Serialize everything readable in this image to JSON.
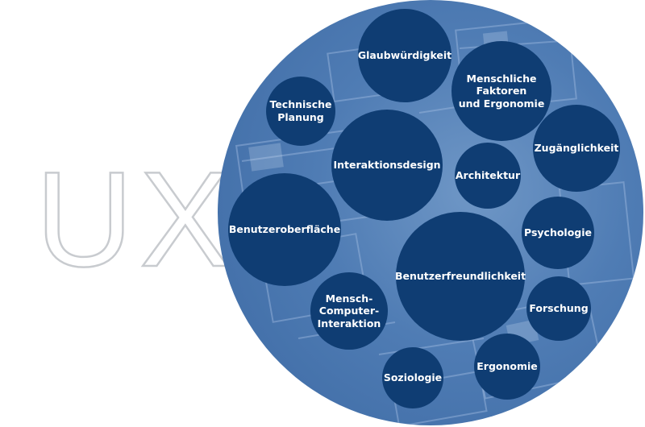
{
  "title": "UX",
  "colors": {
    "bubble": "#0f3d73",
    "background_circle": "#4f7cb4",
    "title_outline": "#c8cbcf"
  },
  "topics": {
    "glaubwuerdigkeit": "Glaubwürdigkeit",
    "menschliche_faktoren": "Menschliche\nFaktoren\nund Ergonomie",
    "technische_planung": "Technische\nPlanung",
    "interaktionsdesign": "Interaktionsdesign",
    "architektur": "Architektur",
    "zugaenglichkeit": "Zugänglichkeit",
    "benutzeroberflaeche": "Benutzeroberfläche",
    "psychologie": "Psychologie",
    "benutzerfreundlichkeit": "Benutzerfreundlichkeit",
    "mensch_computer_interaktion": "Mensch-\nComputer-\nInteraktion",
    "forschung": "Forschung",
    "ergonomie": "Ergonomie",
    "soziologie": "Soziologie"
  }
}
